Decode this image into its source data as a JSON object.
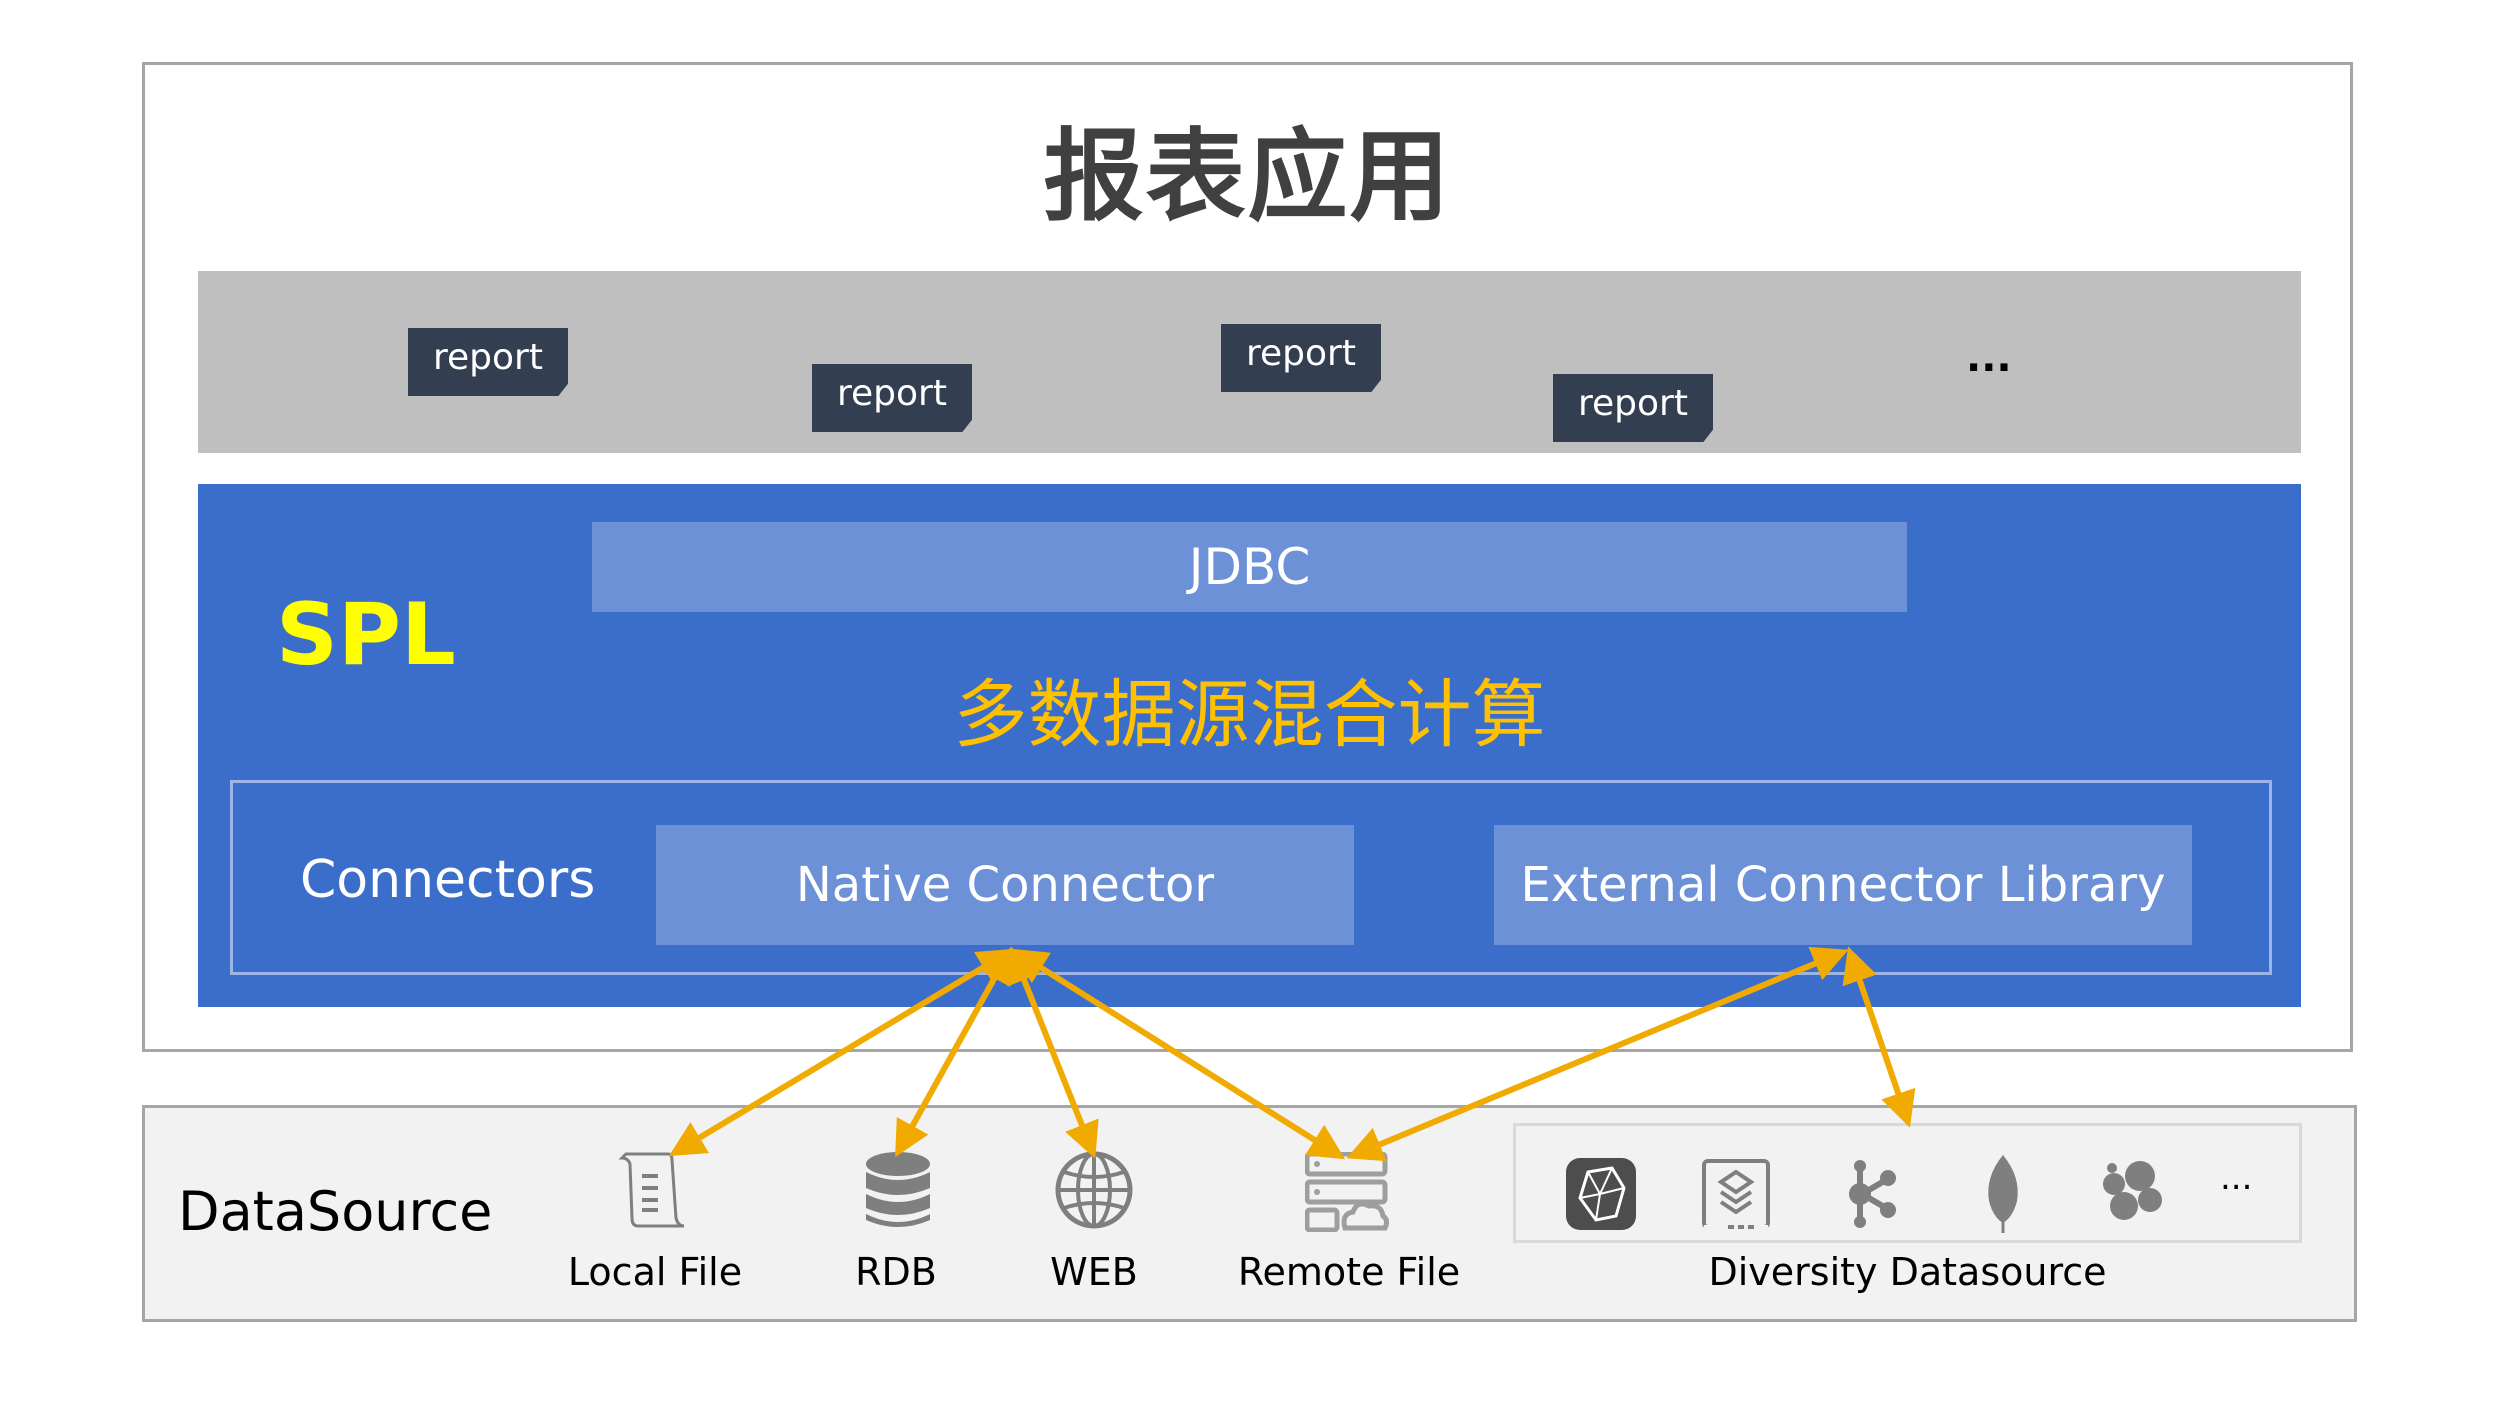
{
  "title": "报表应用",
  "reports": {
    "items": [
      "report",
      "report",
      "report",
      "report"
    ],
    "more": "..."
  },
  "spl": {
    "label": "SPL",
    "jdbc": "JDBC",
    "computation": "多数据源混合计算",
    "connectors": {
      "label": "Connectors",
      "native": "Native Connector",
      "external": "External Connector Library"
    }
  },
  "datasource": {
    "label": "DataSource",
    "items": [
      {
        "label": "Local File",
        "icon": "scroll-file-icon"
      },
      {
        "label": "RDB",
        "icon": "database-icon"
      },
      {
        "label": "WEB",
        "icon": "globe-icon"
      },
      {
        "label": "Remote File",
        "icon": "server-cloud-icon"
      }
    ],
    "diversity": {
      "label": "Diversity Datasource",
      "icons": [
        "gem-icon",
        "layers-icon",
        "graph-node-icon",
        "leaf-icon",
        "cluster-icon"
      ],
      "more": "..."
    }
  },
  "colors": {
    "spl_blue": "#3b6ecb",
    "bar_blue": "#6c91d7",
    "report_dark": "#333e50",
    "arrow": "#f0aa00",
    "spl_yellow": "#ffff00",
    "computation_orange": "#ffc000",
    "band_gray": "#bfbfbf"
  }
}
